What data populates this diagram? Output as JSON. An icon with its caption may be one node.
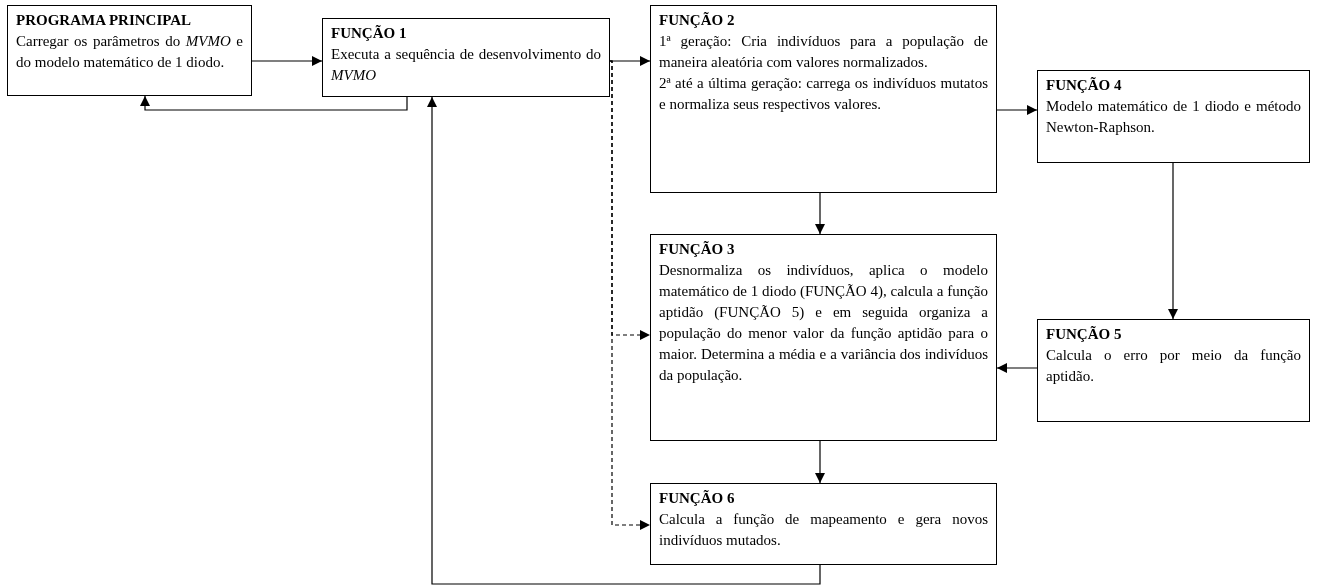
{
  "diagram": {
    "nodes": [
      {
        "text": [
          "PROGRAMA PRINCIPAL",
          "Carregar os parâmetros do *MVMO* e do modelo matemático de 1 diodo."
        ]
      },
      {
        "text": [
          "FUNÇÃO 1",
          "Executa a sequência de desenvolvimento do *MVMO*"
        ]
      },
      {
        "text": [
          "FUNÇÃO 2",
          "1ª geração: Cria indivíduos para a população de maneira aleatória com valores normalizados.",
          "2ª até a última geração: carrega os indivíduos mutatos e normaliza seus respectivos valores."
        ]
      },
      {
        "text": [
          "FUNÇÃO 4",
          "Modelo matemático de 1 diodo e método Newton-Raphson."
        ]
      },
      {
        "text": [
          "FUNÇÃO 3",
          "Desnormaliza os indivíduos, aplica o modelo matemático de 1 diodo (FUNÇÃO 4), calcula a função aptidão (FUNÇÃO 5) e em seguida organiza a população do menor valor da função aptidão para o maior. Determina a média e a variância dos indivíduos da população."
        ]
      },
      {
        "text": [
          "FUNÇÃO 5",
          "Calcula o erro por meio da função aptidão."
        ]
      },
      {
        "text": [
          "FUNÇÃO 6",
          "Calcula a função de mapeamento e gera novos indivíduos mutados."
        ]
      }
    ],
    "edges": [
      {
        "from": 0,
        "to": 1,
        "arrow": "to"
      },
      {
        "from": 1,
        "to": 0,
        "arrow": "to"
      },
      {
        "from": 1,
        "to": 2,
        "arrow": "to"
      },
      {
        "from": 1,
        "to": 4,
        "arrow": "to",
        "style": "dashed"
      },
      {
        "from": 1,
        "to": 6,
        "arrow": "to",
        "style": "dashed"
      },
      {
        "from": 2,
        "to": 4,
        "arrow": "to"
      },
      {
        "from": 2,
        "to": 3,
        "arrow": "to"
      },
      {
        "from": 3,
        "to": 5,
        "arrow": "to"
      },
      {
        "from": 5,
        "to": 4,
        "arrow": "to"
      },
      {
        "from": 4,
        "to": 6,
        "arrow": "to"
      },
      {
        "from": 6,
        "to": 1,
        "arrow": "to"
      }
    ]
  }
}
